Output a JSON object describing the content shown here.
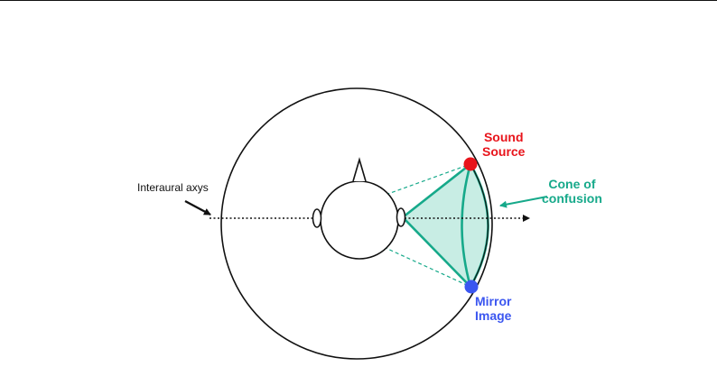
{
  "labels": {
    "interaural_axis": "Interaural axys",
    "sound_source": [
      "Sound",
      "Source"
    ],
    "cone": [
      "Cone of",
      "confusion"
    ],
    "mirror_image": [
      "Mirror",
      "Image"
    ]
  },
  "colors": {
    "sound_source": "#e8141b",
    "mirror_image": "#3b56f0",
    "cone": "#16a98a",
    "cone_fill": "#c8ede4",
    "lines": "#111111"
  }
}
